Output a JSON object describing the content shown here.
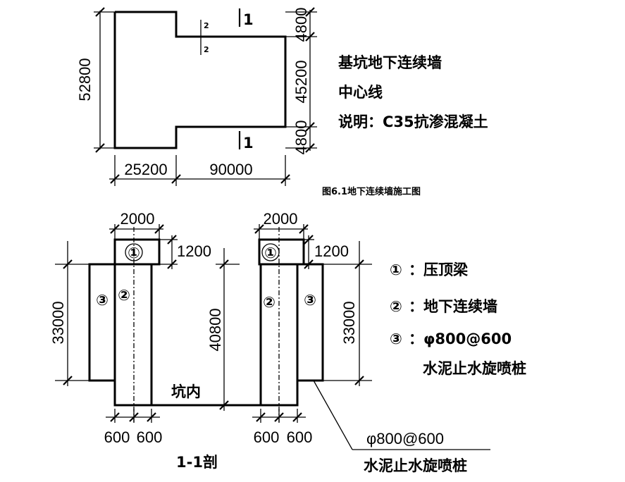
{
  "plan": {
    "dims": {
      "height": "52800",
      "left_width": "25200",
      "right_width": "90000",
      "top_offset": "4800",
      "middle": "45200",
      "bottom_offset": "4800"
    },
    "section_marks": {
      "top": "1",
      "bottom": "1",
      "small_a": "2",
      "small_b": "2"
    },
    "notes": [
      "基坑地下连续墙",
      "中心线",
      "说明：C35抗渗混凝土"
    ],
    "caption": "图6.1地下连续墙施工图"
  },
  "section": {
    "left": {
      "top_width": "2000",
      "beam_height": "1200",
      "depth": "33000",
      "mark1": "①",
      "mark2": "②",
      "mark3": "③"
    },
    "center_depth": "40800",
    "inside_label": "坑内",
    "right": {
      "top_width": "2000",
      "beam_height": "1200",
      "depth": "33000",
      "mark1": "①",
      "mark2": "②",
      "mark3": "③"
    },
    "bottom_dims_left": [
      "600",
      "600"
    ],
    "bottom_dims_right": [
      "600",
      "600"
    ],
    "title": "1-1剖",
    "callout": {
      "line1": "φ800@600",
      "line2": "水泥止水旋喷桩"
    }
  },
  "legend": [
    {
      "mark": "①",
      "text": "：压顶梁"
    },
    {
      "mark": "②",
      "text": "：地下连续墙"
    },
    {
      "mark": "③",
      "text": "：φ800@600"
    },
    {
      "mark": "",
      "text": "水泥止水旋喷桩"
    }
  ]
}
